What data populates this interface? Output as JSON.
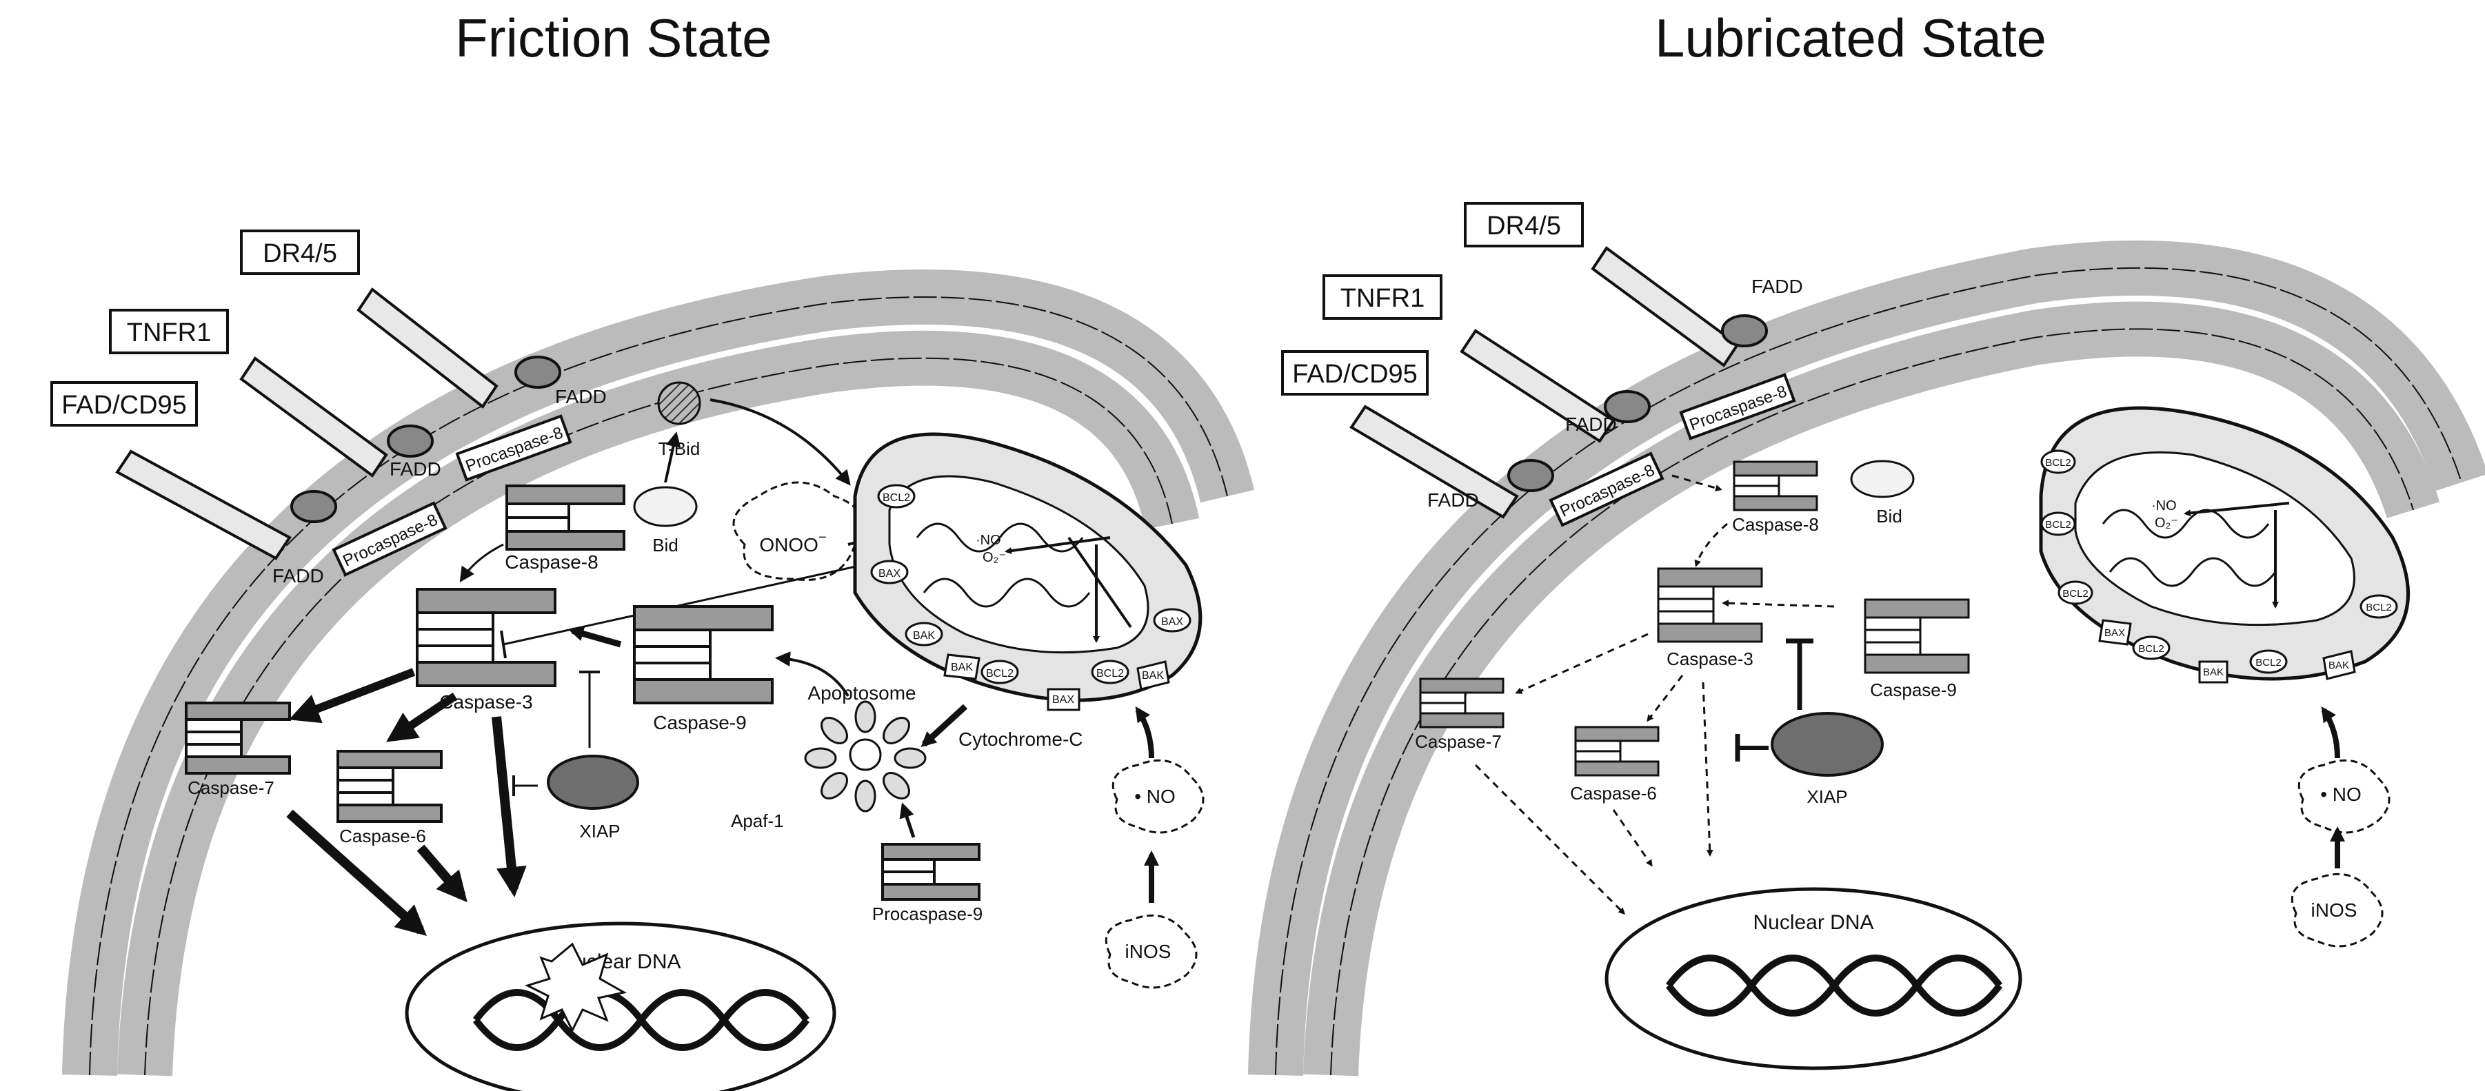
{
  "titles": {
    "left": "Friction State",
    "right": "Lubricated State"
  },
  "labels": {
    "dr45": "DR4/5",
    "tnfr1": "TNFR1",
    "fadcd95": "FAD/CD95",
    "fadd": "FADD",
    "procaspase8": "Procaspase-8",
    "caspase8": "Caspase-8",
    "caspase3": "Caspase-3",
    "caspase6": "Caspase-6",
    "caspase7": "Caspase-7",
    "caspase9": "Caspase-9",
    "procaspase9": "Procaspase-9",
    "tbid": "T-Bid",
    "bid": "Bid",
    "onoo": "ONOO",
    "onoo_sup": "−",
    "xiap": "XIAP",
    "apoptosome": "Apoptosome",
    "apaf1": "Apaf-1",
    "cytochrome_c": "Cytochrome-C",
    "no": "• NO",
    "inos": "iNOS",
    "nuclear_dna": "Nuclear DNA",
    "mito_no": "·NO",
    "mito_o2": "O₂⁻",
    "bcl2": "BCL2",
    "bax": "BAX",
    "bak": "BAK"
  },
  "colors": {
    "stroke": "#111111",
    "membrane_head": "#d8d8d8",
    "receptor_fill": "#e8e8e8",
    "protease_fill": "#9a9a9a",
    "xiap_fill": "#6e6e6e"
  }
}
